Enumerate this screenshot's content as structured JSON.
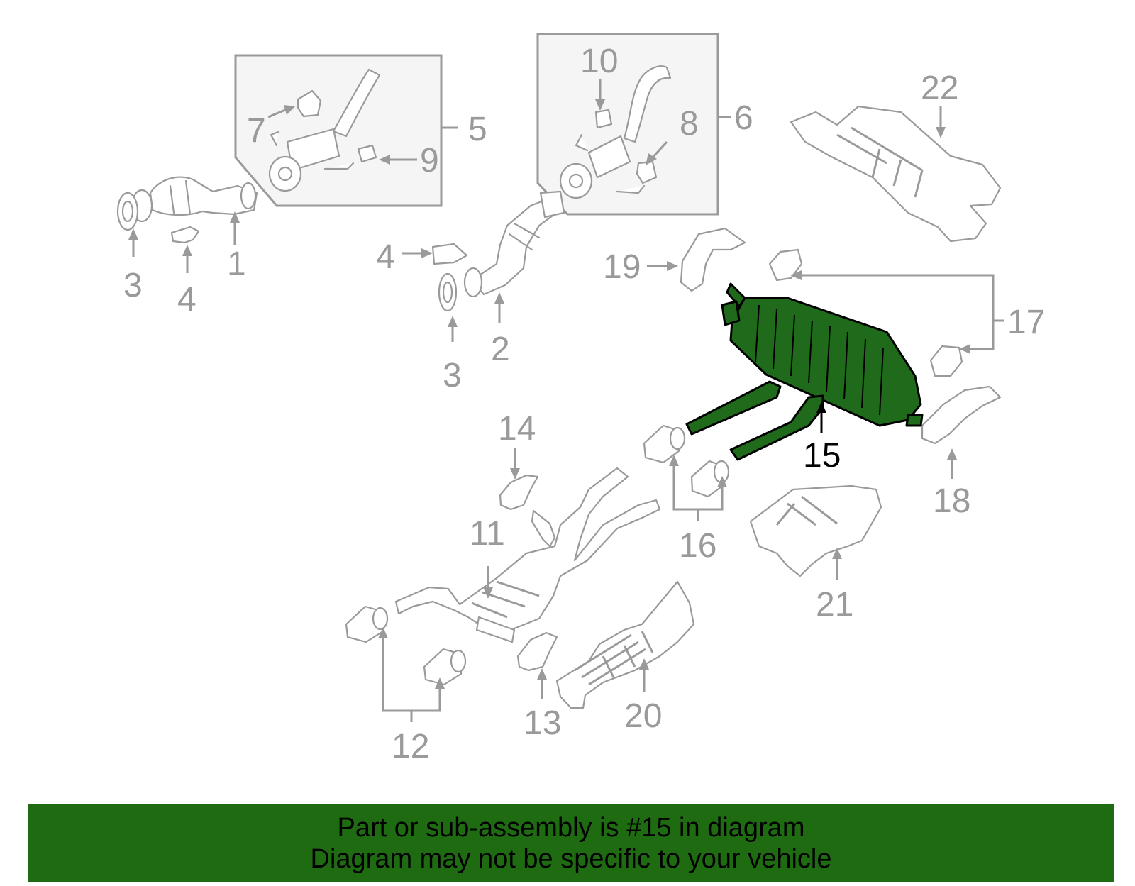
{
  "diagram": {
    "callouts": [
      "1",
      "2",
      "3",
      "3",
      "4",
      "4",
      "5",
      "6",
      "7",
      "8",
      "9",
      "10",
      "11",
      "12",
      "13",
      "14",
      "15",
      "16",
      "17",
      "18",
      "19",
      "20",
      "21",
      "22"
    ],
    "highlighted_part": "15"
  },
  "banner": {
    "line1": "Part or sub-assembly is #15 in diagram",
    "line2": "Diagram may not be specific to your vehicle",
    "background_color": "#1e6b12",
    "highlight_color": "#1f6a1b"
  }
}
